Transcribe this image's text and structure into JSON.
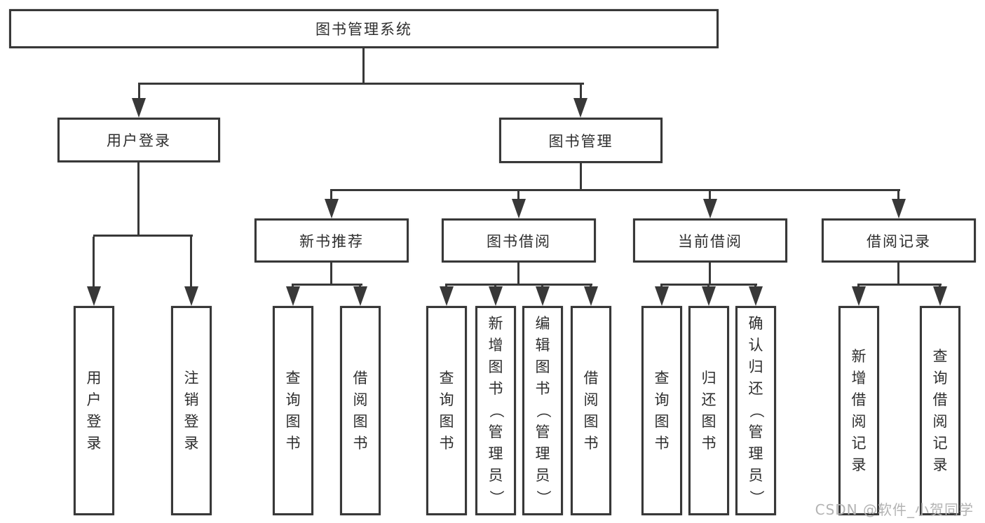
{
  "diagram": {
    "root": "图书管理系统",
    "user_branch": {
      "label": "用户登录",
      "leaves": [
        "用户登录",
        "注销登录"
      ]
    },
    "book_branch": {
      "label": "图书管理",
      "groups": [
        {
          "label": "新书推荐",
          "leaves": [
            "查询图书",
            "借阅图书"
          ]
        },
        {
          "label": "图书借阅",
          "leaves": [
            "查询图书",
            "新增图书（管理员）",
            "编辑图书（管理员）",
            "借阅图书"
          ]
        },
        {
          "label": "当前借阅",
          "leaves": [
            "查询图书",
            "归还图书",
            "确认归还（管理员）"
          ]
        },
        {
          "label": "借阅记录",
          "leaves": [
            "新增借阅记录",
            "查询借阅记录"
          ]
        }
      ]
    }
  },
  "watermark": "CSDN @软件_小贺同学",
  "colors": {
    "line": "#383838",
    "text": "#2e2e2e",
    "watermark": "#b3b3b3",
    "background": "#ffffff"
  }
}
